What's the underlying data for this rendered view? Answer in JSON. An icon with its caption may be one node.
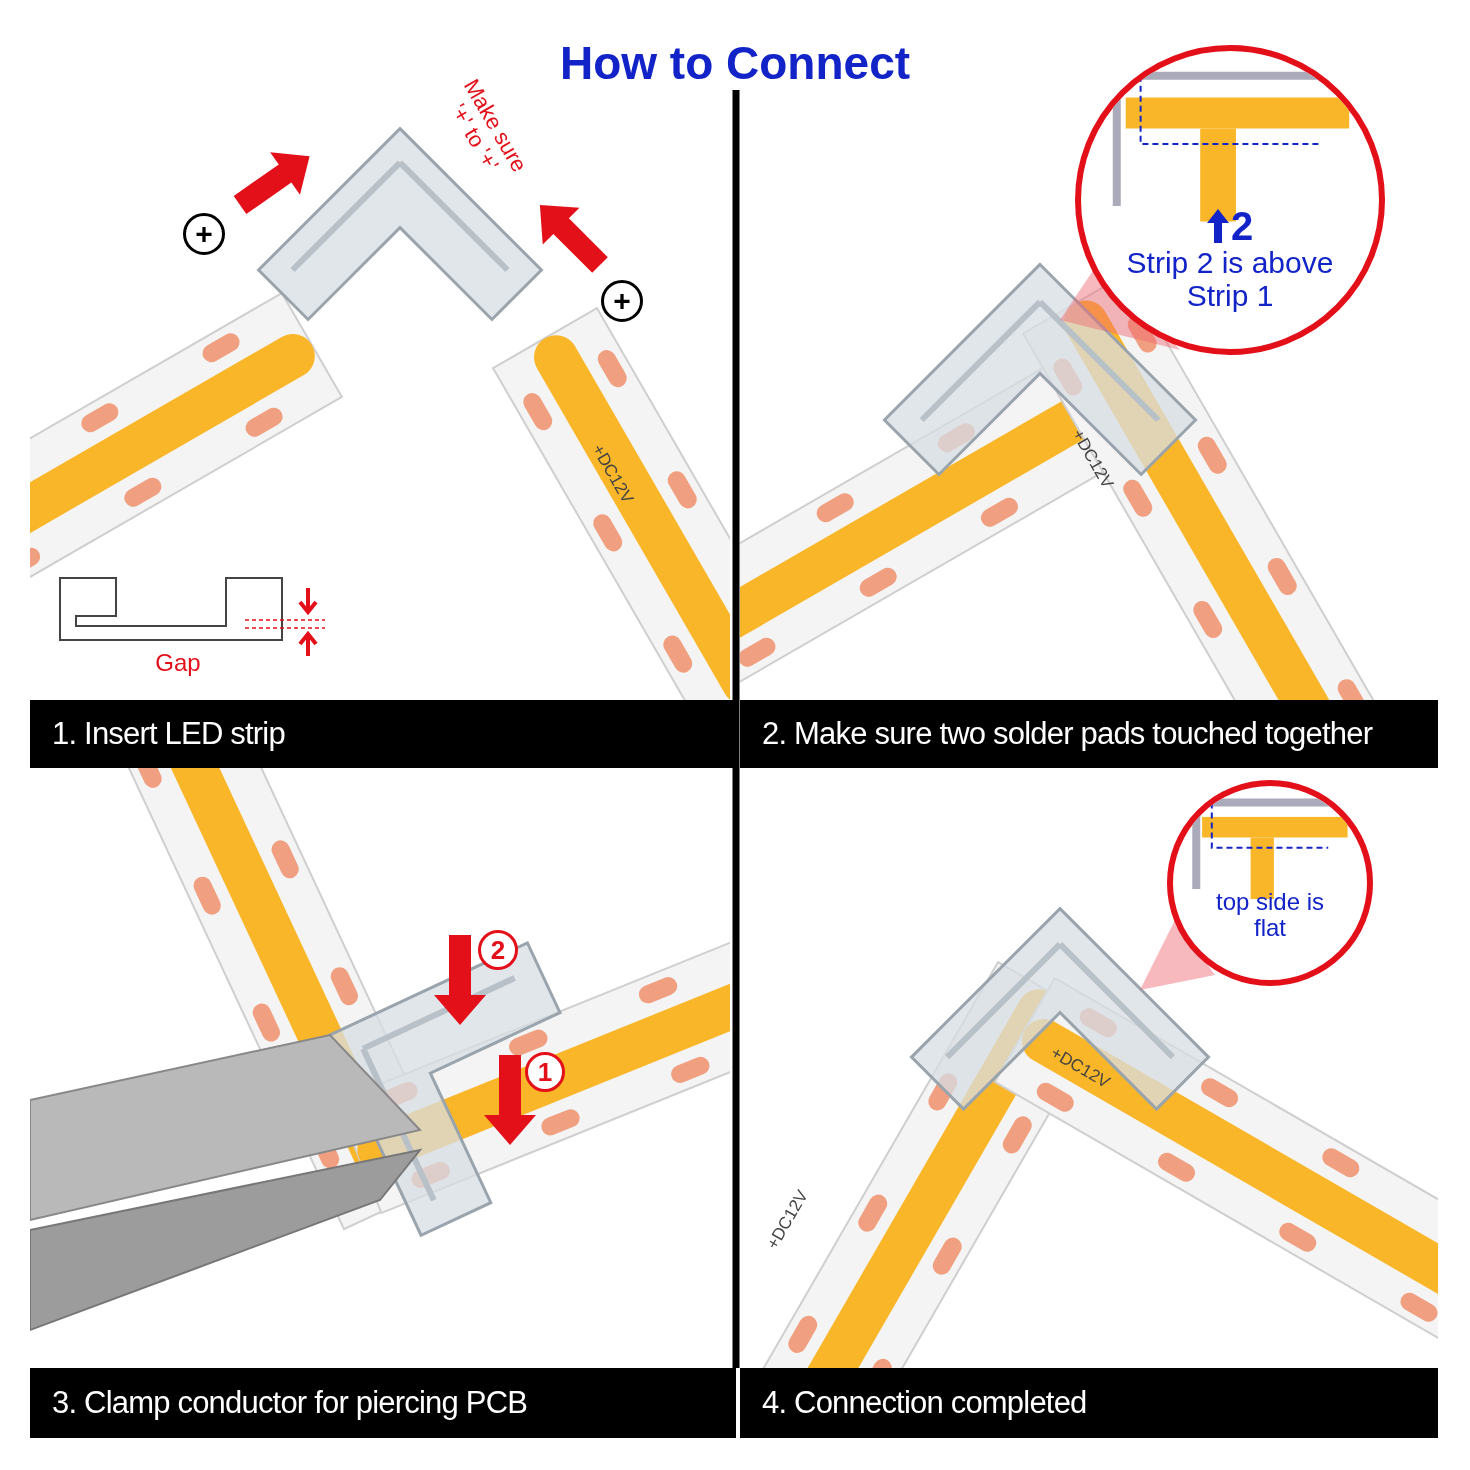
{
  "diagram": {
    "title": "How to Connect",
    "nodes": [
      {
        "text": [
          "1. Insert LED strip"
        ]
      },
      {
        "text": [
          "2. Make sure two solder pads touched together"
        ]
      },
      {
        "text": [
          "3. Clamp conductor for piercing PCB"
        ]
      },
      {
        "text": [
          "4. Connection completed"
        ]
      },
      {
        "text": [
          "2",
          "Strip 2 is above Strip 1"
        ]
      },
      {
        "text": [
          "top side is flat"
        ]
      },
      {
        "text": [
          "+"
        ]
      },
      {
        "text": [
          "+"
        ]
      },
      {
        "text": [
          "2"
        ]
      },
      {
        "text": [
          "1"
        ]
      }
    ],
    "labels": [
      "Make sure '+' to '+'",
      "Gap",
      "+DC12V",
      "+DC12V",
      "+DC12V",
      "+DC12V"
    ]
  }
}
